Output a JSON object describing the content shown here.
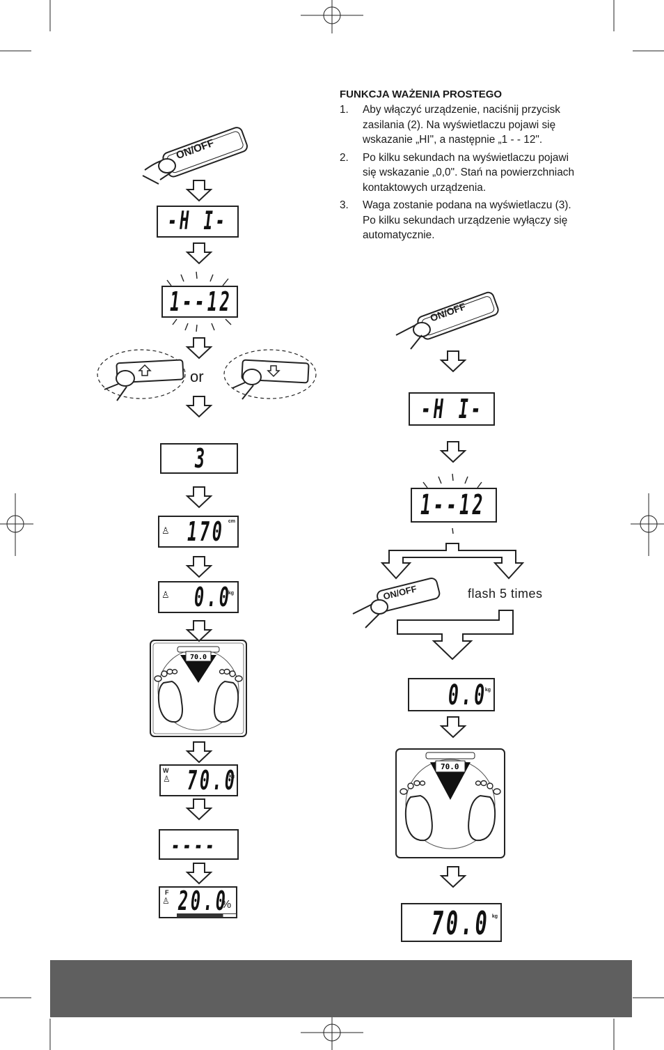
{
  "section": {
    "title": "FUNKCJA WAŻENIA PROSTEGO",
    "steps": [
      {
        "num": "1.",
        "text": "Aby włączyć urządzenie, naciśnij przycisk zasilania (2). Na wyświetlaczu pojawi się wskazanie „HI\", a następnie „1 - - 12\"."
      },
      {
        "num": "2.",
        "text": "Po kilku sekundach na wyświetlaczu pojawi się wskazanie „0,0\". Stań na powierzchniach kontaktowych urządzenia."
      },
      {
        "num": "3.",
        "text": "Waga zostanie podana na wyświetlaczu (3). Po kilku sekundach urządzenie wyłączy się automatycznie."
      }
    ]
  },
  "left_sequence": {
    "onoff_label": "ON/OFF",
    "or_label": "or",
    "displays": {
      "hi": "-H I-",
      "date": "1--12",
      "selected": "3",
      "height": "170",
      "height_unit": "cm",
      "zero": "0.0",
      "zero_unit": "kg",
      "weight": "70.0",
      "weight_unit": "kg",
      "weight_mode": "W",
      "dashes": "----",
      "fat": "20.0",
      "fat_unit": "%",
      "fat_mode": "F"
    },
    "scale_display": "70.0"
  },
  "right_sequence": {
    "onoff_label": "ON/OFF",
    "flash_label": "flash 5 times",
    "displays": {
      "hi": "-H I-",
      "date": "1--12",
      "zero": "0.0",
      "zero_unit": "kg",
      "weight": "70.0",
      "weight_unit": "kg"
    },
    "scale_display": "70.0"
  },
  "colors": {
    "footer_bar": "#5f5f5f",
    "ink": "#1a1a1a"
  }
}
